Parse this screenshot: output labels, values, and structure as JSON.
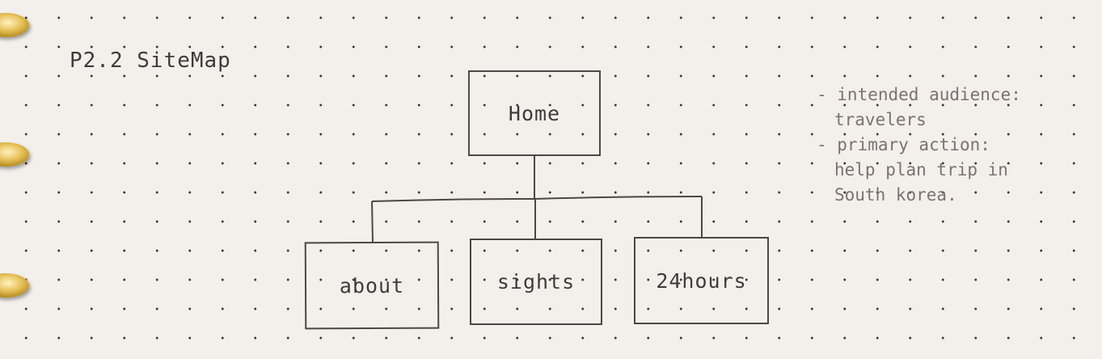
{
  "page": {
    "title": "P2.2 SiteMap"
  },
  "sitemap": {
    "root": "Home",
    "children": [
      "about",
      "sights",
      "24hours"
    ]
  },
  "notes": [
    "- intended audience:",
    "travelers",
    "- primary action:",
    "help plan trip in",
    "South korea."
  ],
  "colors": {
    "paper": "#f3f0ec",
    "ink": "#4a4542",
    "notes_ink": "#7a7370",
    "ring_gold": "#d4ad3b"
  },
  "icons": [
    "binder-ring-icon"
  ]
}
